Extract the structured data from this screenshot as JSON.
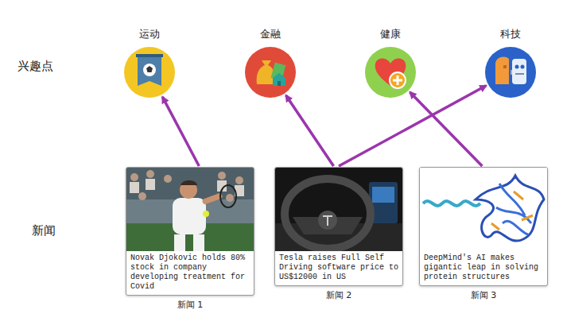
{
  "diagram": {
    "nodes": [
      {
        "text": [
          "运动"
        ]
      },
      {
        "text": [
          "金融"
        ]
      },
      {
        "text": [
          "健康"
        ]
      },
      {
        "text": [
          "科技"
        ]
      },
      {
        "text": [
          "Novak Djokovic holds 80% stock in company developing treatment for Covid",
          "新闻 1"
        ]
      },
      {
        "text": [
          "Tesla raises Full Self Driving software price to US$12000 in US",
          "新闻 2"
        ]
      },
      {
        "text": [
          "DeepMind's AI makes gigantic leap in solving protein structures",
          "新闻 3"
        ]
      }
    ],
    "edges": [
      {
        "from": 4,
        "to": 0,
        "arrow": "to"
      },
      {
        "from": 5,
        "to": 1,
        "arrow": "to"
      },
      {
        "from": 5,
        "to": 3,
        "arrow": "to"
      },
      {
        "from": 6,
        "to": 2,
        "arrow": "to"
      }
    ],
    "labels": [
      "兴趣点",
      "新闻"
    ]
  }
}
